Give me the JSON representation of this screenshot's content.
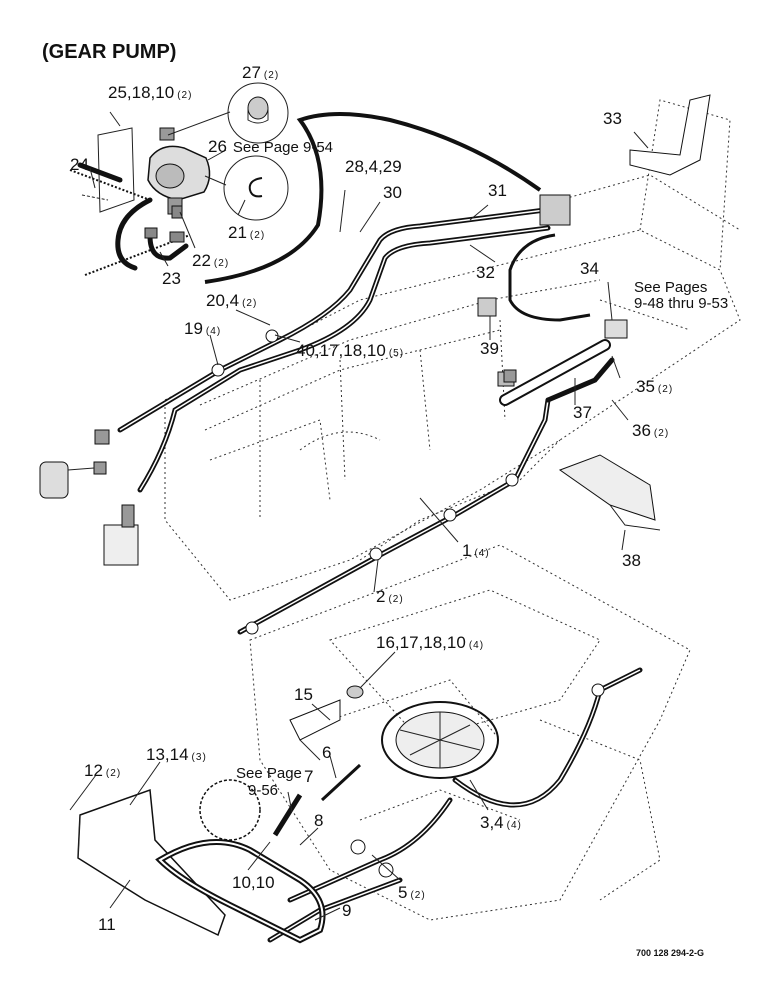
{
  "title": "(GEAR PUMP)",
  "drawing_code": "700 128 294-2-G",
  "callouts": {
    "c27": {
      "num": "27",
      "qty": "(2)"
    },
    "c25": {
      "num": "25,18,10",
      "qty": "(2)"
    },
    "c26": {
      "num": "26",
      "note": "See Page 9-54"
    },
    "c24": {
      "num": "24"
    },
    "c28": {
      "num": "28,4,29"
    },
    "c30": {
      "num": "30"
    },
    "c31": {
      "num": "31"
    },
    "c33": {
      "num": "33"
    },
    "c21": {
      "num": "21",
      "qty": "(2)"
    },
    "c22": {
      "num": "22",
      "qty": "(2)"
    },
    "c23": {
      "num": "23"
    },
    "c32": {
      "num": "32"
    },
    "c34": {
      "num": "34"
    },
    "c34note": {
      "line1": "See Pages",
      "line2": "9-48 thru 9-53"
    },
    "c20": {
      "num": "20,4",
      "qty": "(2)"
    },
    "c19": {
      "num": "19",
      "qty": "(4)"
    },
    "c40": {
      "num": "40,17,18,10",
      "qty": "(5)"
    },
    "c39": {
      "num": "39"
    },
    "c35": {
      "num": "35",
      "qty": "(2)"
    },
    "c37": {
      "num": "37"
    },
    "c36": {
      "num": "36",
      "qty": "(2)"
    },
    "c38": {
      "num": "38"
    },
    "c1": {
      "num": "1",
      "qty": "(4)"
    },
    "c2": {
      "num": "2",
      "qty": "(2)"
    },
    "c16": {
      "num": "16,17,18,10",
      "qty": "(4)"
    },
    "c15": {
      "num": "15"
    },
    "c6": {
      "num": "6"
    },
    "c12": {
      "num": "12",
      "qty": "(2)"
    },
    "c13": {
      "num": "13,14",
      "qty": "(3)"
    },
    "c7note": {
      "line1": "See Page",
      "line2": "9-56"
    },
    "c7": {
      "num": "7"
    },
    "c8": {
      "num": "8"
    },
    "c3": {
      "num": "3,4",
      "qty": "(4)"
    },
    "c10": {
      "num": "10,10"
    },
    "c5": {
      "num": "5",
      "qty": "(2)"
    },
    "c9": {
      "num": "9"
    },
    "c11": {
      "num": "11"
    }
  }
}
